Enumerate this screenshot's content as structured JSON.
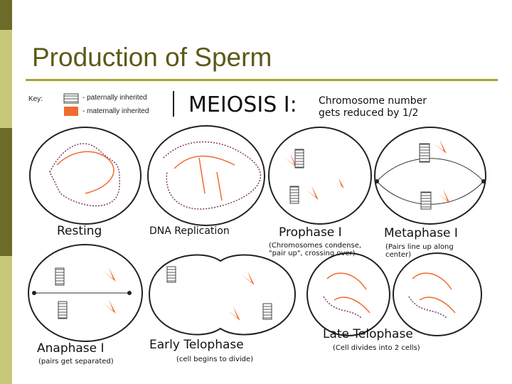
{
  "slide": {
    "title": "Production of Sperm",
    "colors": {
      "sidebar_dark": "#6b6b2a",
      "sidebar_light": "#c8c87a",
      "title": "#5a5a1a",
      "rule": "#a5a530",
      "maternal": "#f26b2e",
      "paternal": "#7a3a6a"
    }
  },
  "diagram": {
    "key": {
      "label": "Key:",
      "paternal": "- paternally inherited",
      "maternal": "- maternally inherited"
    },
    "heading": "MEIOSIS I:",
    "subheading_line1": "Chromosome number",
    "subheading_line2": "gets reduced by 1/2",
    "stages": {
      "resting": "Resting",
      "dna_replication": "DNA Replication",
      "prophase": "Prophase I",
      "prophase_note_line1": "(Chromosomes condense,",
      "prophase_note_line2": "\"pair up\", crossing over)",
      "metaphase": "Metaphase I",
      "metaphase_note_line1": "(Pairs line up along",
      "metaphase_note_line2": "center)",
      "anaphase": "Anaphase I",
      "anaphase_note": "(pairs get separated)",
      "early_telophase": "Early Telophase",
      "early_telophase_note": "(cell begins to divide)",
      "late_telophase": "Late Telophase",
      "late_telophase_note": "(Cell divides into 2 cells)"
    }
  }
}
